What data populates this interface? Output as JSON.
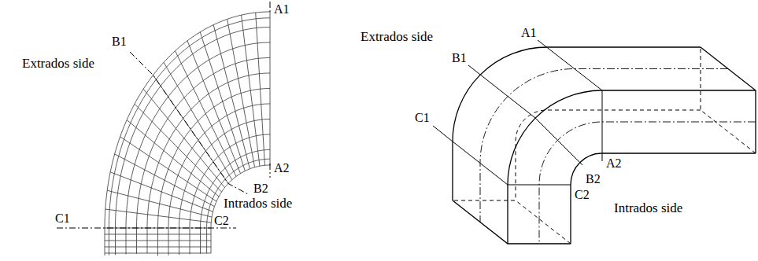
{
  "diagram": {
    "labels": [
      "A1",
      "B1",
      "Extrados side",
      "A2",
      "B2",
      "Intrados side",
      "C1",
      "C2",
      "A1",
      "Extrados side",
      "B1",
      "C1",
      "A2",
      "B2",
      "C2",
      "Intrados side"
    ]
  }
}
